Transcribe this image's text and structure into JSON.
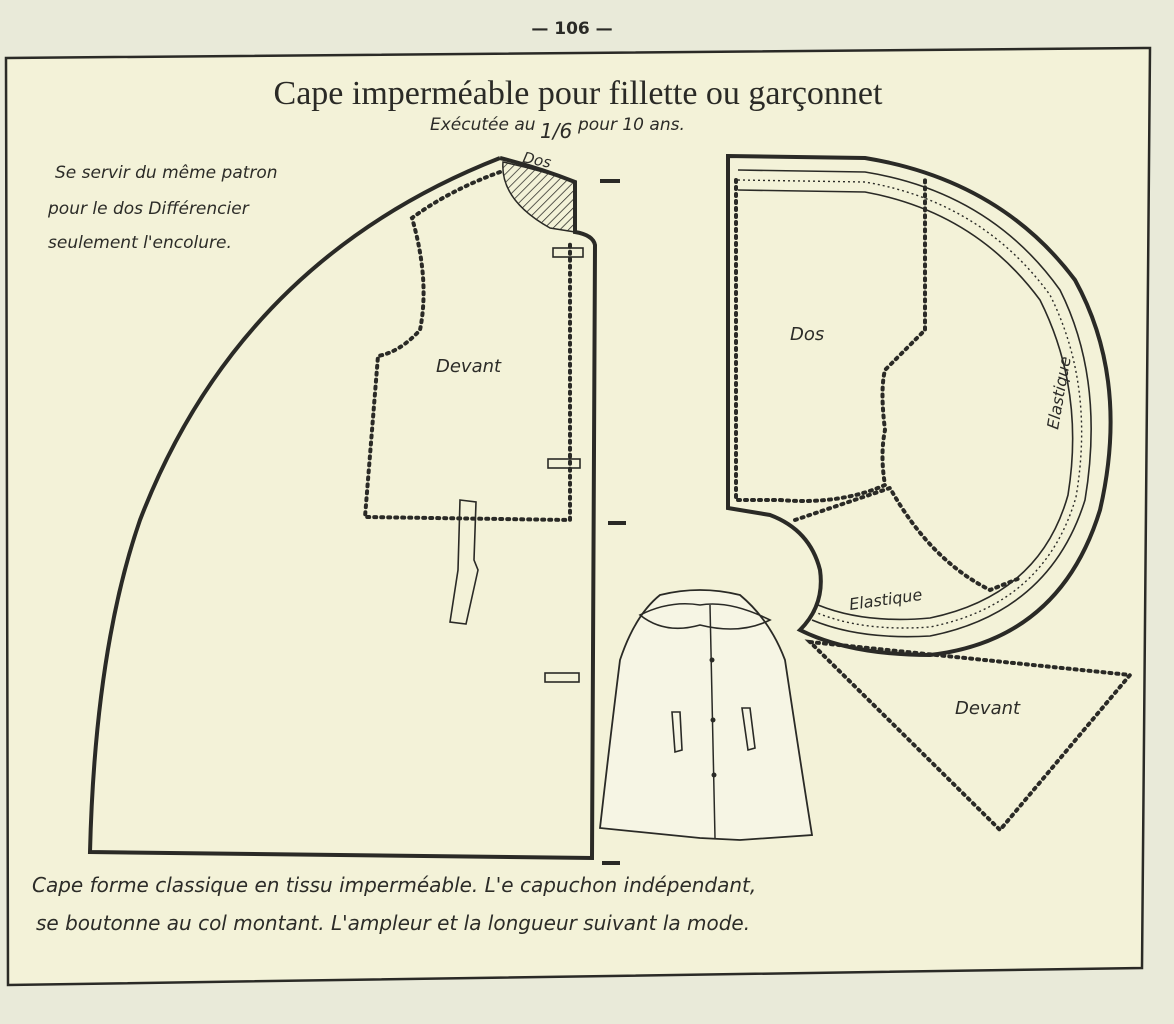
{
  "page_number": "— 106 —",
  "title": "Cape imperméable pour fillette ou garçonnet",
  "subtitle": {
    "prefix": "Exécutée au",
    "scale": "1/6",
    "suffix": "pour 10 ans."
  },
  "note": {
    "line1": "Se servir du même patron",
    "line2": "pour le dos  Différencier",
    "line3": "seulement  l'encolure."
  },
  "labels": {
    "dos_collar": "Dos",
    "devant_front": "Devant",
    "dos_back": "Dos",
    "elastique_side": "Elastique",
    "elastique_bottom": "Elastique",
    "devant_hood": "Devant"
  },
  "caption": {
    "line1": "Cape  forme  classique   en  tissu   imperméable.  L'e   capuchon  indépendant,",
    "line2": "se  boutonne  au  col  montant.  L'ampleur   et   la  longueur suivant  la  mode."
  }
}
